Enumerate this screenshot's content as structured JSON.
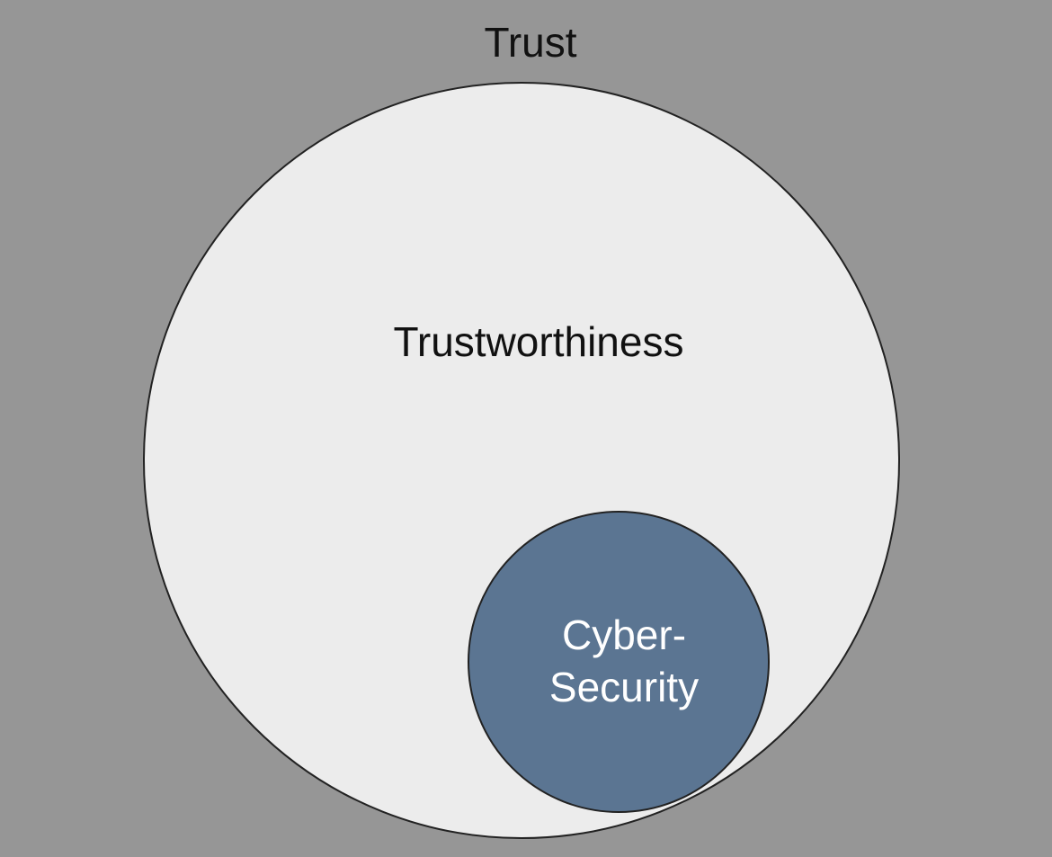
{
  "outer_label": "Trust",
  "middle_label": "Trustworthiness",
  "inner_label": [
    "Cyber-",
    "Security"
  ],
  "colors": {
    "background": "#969696",
    "outer_circle_fill": "#ececec",
    "circle_stroke": "#222222",
    "inner_circle_fill": "#5b7592",
    "text_dark": "#111111",
    "text_light": "#ffffff"
  }
}
